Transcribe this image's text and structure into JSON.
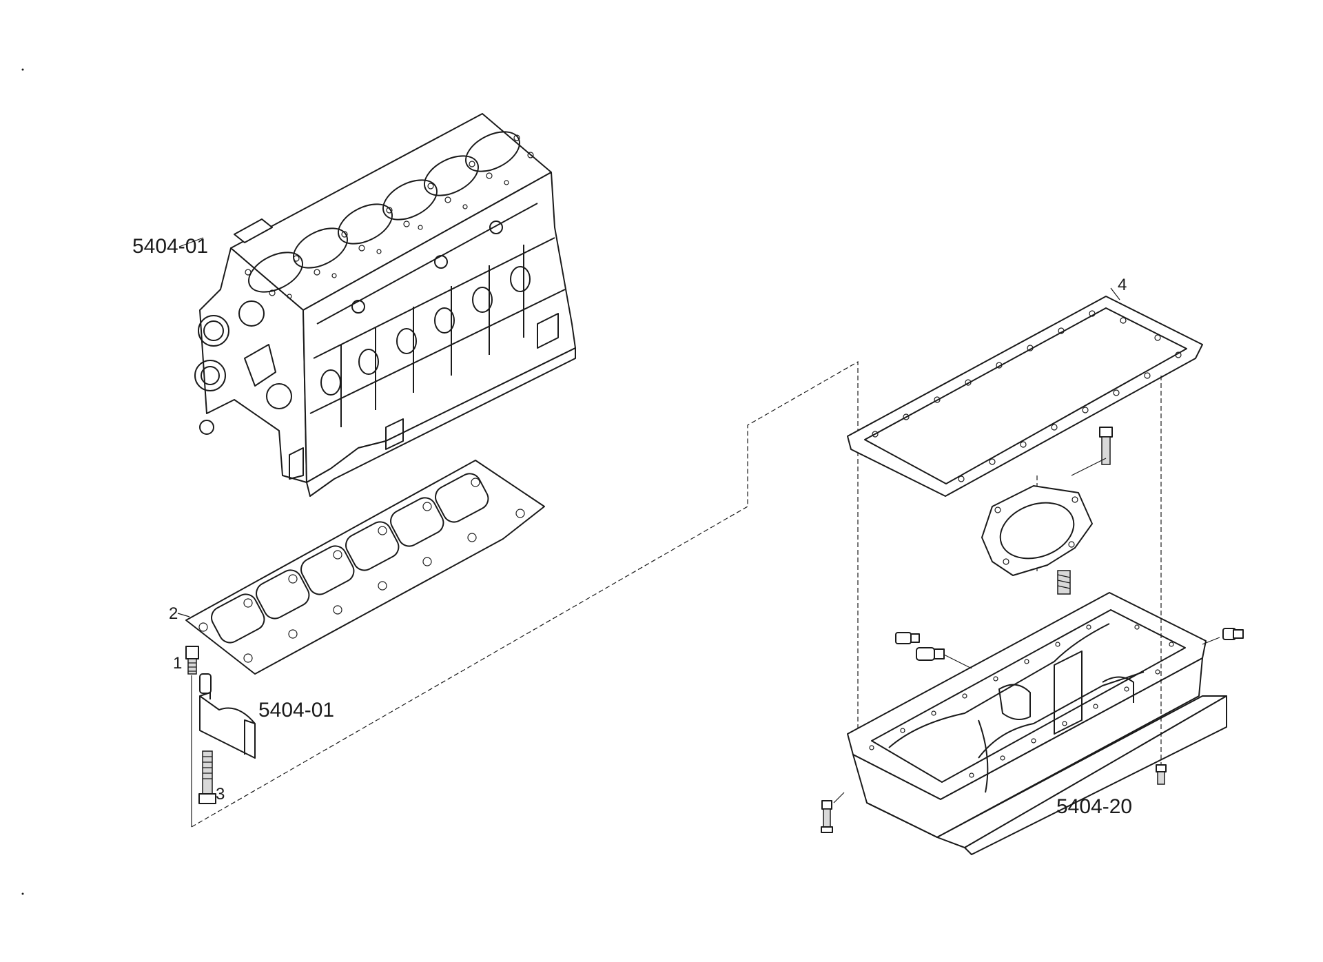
{
  "labels": {
    "block_ref_top": "5404-01",
    "block_ref_bearing": "5404-01",
    "oil_pan_ref": "5404-20",
    "item_1": "1",
    "item_2": "2",
    "item_3": "3",
    "item_4": "4"
  },
  "colors": {
    "line": "#1a1a1a",
    "background": "#ffffff",
    "fill_gray": "#d9d9d9"
  }
}
